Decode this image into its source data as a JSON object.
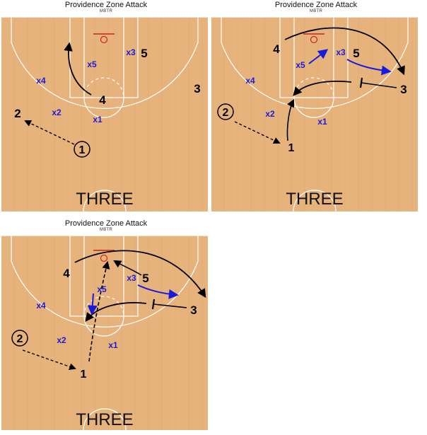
{
  "diagrams": [
    {
      "title": "Providence Zone Attack",
      "subtitle": "MBTR",
      "label": "THREE",
      "offense": [
        {
          "num": "1",
          "circled": true
        },
        {
          "num": "2",
          "circled": false
        },
        {
          "num": "3",
          "circled": false
        },
        {
          "num": "4",
          "circled": false
        },
        {
          "num": "5",
          "circled": false
        }
      ],
      "defense": [
        "x1",
        "x2",
        "x3",
        "x4",
        "x5"
      ]
    },
    {
      "title": "Providence Zone Attack",
      "subtitle": "MBTR",
      "label": "THREE",
      "offense": [
        {
          "num": "1",
          "circled": false
        },
        {
          "num": "2",
          "circled": true
        },
        {
          "num": "3",
          "circled": false
        },
        {
          "num": "4",
          "circled": false
        },
        {
          "num": "5",
          "circled": false
        }
      ],
      "defense": [
        "x1",
        "x2",
        "x3",
        "x4",
        "x5"
      ]
    },
    {
      "title": "Providence Zone Attack",
      "subtitle": "MBTR",
      "label": "THREE",
      "offense": [
        {
          "num": "1",
          "circled": false
        },
        {
          "num": "2",
          "circled": true
        },
        {
          "num": "3",
          "circled": false
        },
        {
          "num": "4",
          "circled": false
        },
        {
          "num": "5",
          "circled": false
        }
      ],
      "defense": [
        "x1",
        "x2",
        "x3",
        "x4",
        "x5"
      ]
    }
  ],
  "colors": {
    "court": "#e7b37c",
    "court_grain": "#d9a46d",
    "lines": "#ffffff",
    "rim": "#cc2222",
    "defense": "#1a1adb",
    "offense": "#000000",
    "arrow_offense": "#000000",
    "arrow_defense": "#1a1adb"
  }
}
